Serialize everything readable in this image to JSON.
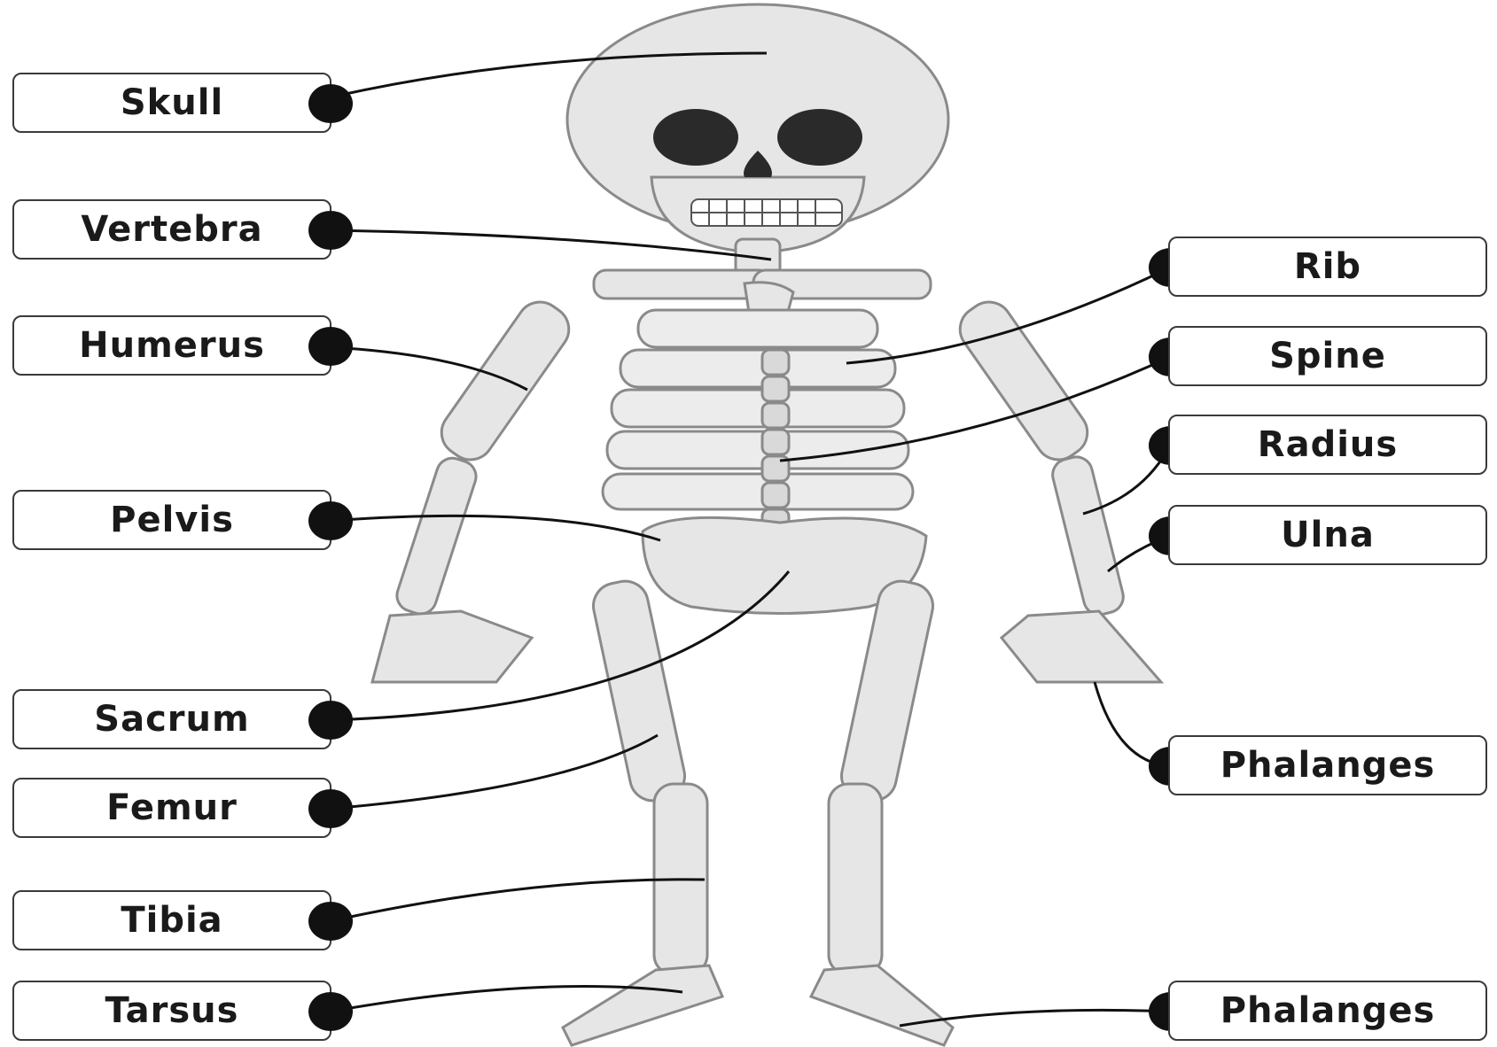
{
  "labels": {
    "skull": "Skull",
    "vertebra": "Vertebra",
    "humerus": "Humerus",
    "pelvis": "Pelvis",
    "sacrum": "Sacrum",
    "femur": "Femur",
    "tibia": "Tibia",
    "tarsus": "Tarsus",
    "rib": "Rib",
    "spine": "Spine",
    "radius": "Radius",
    "ulna": "Ulna",
    "phalanges_hand": "Phalanges",
    "phalanges_foot": "Phalanges"
  },
  "colors": {
    "bone": "#e6e6e6",
    "bone_outline": "#8a8a8a",
    "leader": "#111111"
  }
}
